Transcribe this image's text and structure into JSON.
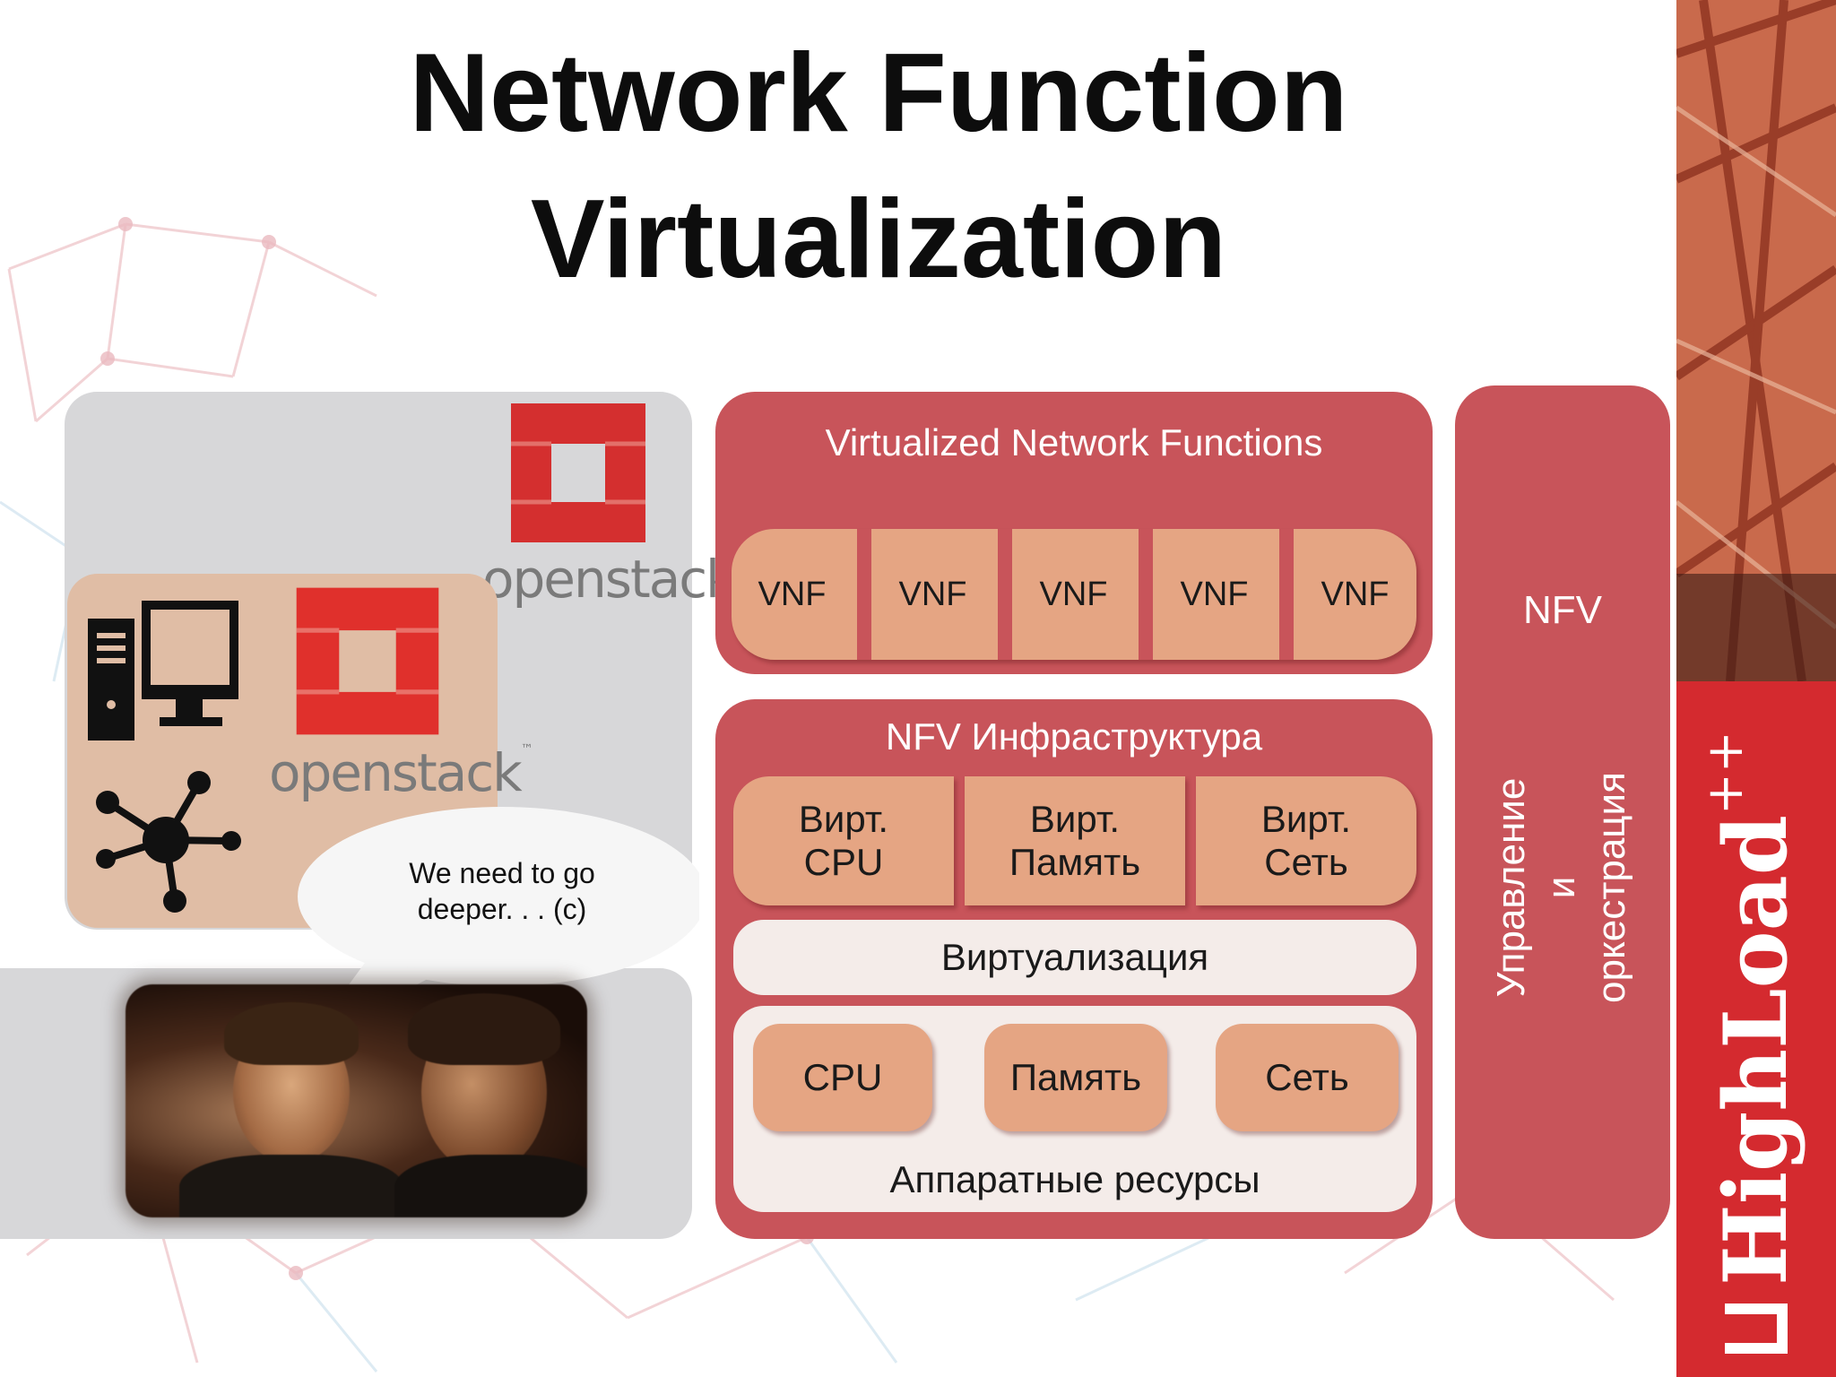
{
  "title": {
    "line1": "Network Function",
    "line2": "Virtualization"
  },
  "left_panel": {
    "openstack_logo_top": {
      "wordmark": "openstack",
      "tm": "™"
    },
    "openstack_logo_inner": {
      "wordmark": "openstack",
      "tm": "™"
    },
    "speech_bubble": {
      "line1": "We need to go",
      "line2": "deeper. . . (c)"
    }
  },
  "vnf_block": {
    "title": "Virtualized Network Functions",
    "items": [
      "VNF",
      "VNF",
      "VNF",
      "VNF",
      "VNF"
    ]
  },
  "infra_block": {
    "title": "NFV Инфраструктура",
    "virtual": [
      {
        "line1": "Вирт.",
        "line2": "CPU"
      },
      {
        "line1": "Вирт.",
        "line2": "Память"
      },
      {
        "line1": "Вирт.",
        "line2": "Сеть"
      }
    ],
    "virtualization": "Виртуализация",
    "hardware": [
      "CPU",
      "Память",
      "Сеть"
    ],
    "hardware_label": "Аппаратные ресурсы"
  },
  "mano_block": {
    "title": "NFV",
    "vertical": {
      "line1": "Управление",
      "line2": "и",
      "line3": "оркестрация"
    }
  },
  "brand": {
    "name": "HighLoad",
    "sup": "++"
  },
  "colors": {
    "red_block": "#c8545a",
    "peach_box": "#e5a583",
    "brand_red": "#d42a2f"
  }
}
